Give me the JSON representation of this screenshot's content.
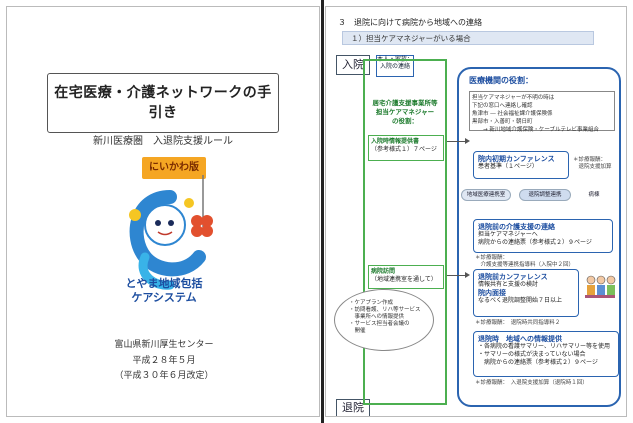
{
  "cover": {
    "title": "在宅医療・介護ネットワークの手引き",
    "subtitle": "新川医療圏　入退院支援ルール",
    "badge": "にいかわ版",
    "logo_line1": "とやま地域包括",
    "logo_line2": "ケアシステム",
    "org": "富山県新川厚生センター",
    "date": "平成２８年５月",
    "revised": "（平成３０年６月改定）"
  },
  "flow": {
    "heading": "３　退院に向けて病院から地域への連絡",
    "subheading": "１）担当ケアマネジャーがいる場合",
    "admission": "入院",
    "discharge": "退院",
    "family_callout_line1": "本人・家族：",
    "family_callout_line2": "入院の連絡",
    "green": {
      "title_line1": "居宅介護支援事業所等",
      "title_line2": "担当ケアマネジャー",
      "title_line3": "の役割：",
      "card1_title": "入院時情報提供書",
      "card1_body": "（参考様式１）７ページ",
      "card2_title": "病院訪問",
      "card2_body": "（地域連携室を通して）"
    },
    "bubble": {
      "l1": "・ケアプラン作成",
      "l2": "・訪問看護、リハ等サービス",
      "l3": "　事業所への情報提供",
      "l4": "・サービス担当者会議の",
      "l5": "　開催"
    },
    "hospital": {
      "title": "医療機関の役割：",
      "note_l1": "担当ケアマネジャーが不明の時は",
      "note_l2": "下記の窓口へ連絡し確認",
      "note_l3": "魚津市 ― 社会福祉課介護保険係",
      "note_l4": "黒部市・入善町・朝日町",
      "note_l5": "　　→ 新川地域介護保険・ケーブルテレビ事業組合",
      "card1_title": "院内初期カンファレンス",
      "card1_body": "患者基準（１ページ）",
      "card1_side1": "＊診療報酬：",
      "card1_side2": "　退院支援加算",
      "pill_left": "地域医療連携室",
      "pill_mid": "退院調整連携",
      "pill_right": "病棟",
      "card2_title": "退院前の介護支援の連絡",
      "card2_body1": "担当ケアマネジャーへ",
      "card2_body2": "病院からの連絡票（参考様式２）９ページ",
      "card2_side1": "＊診療報酬：",
      "card2_side2": "　介護支援等連携指導料（入院中２回）",
      "card3_title": "退院前カンファレンス",
      "card3_body": "情報共有と支援の検討",
      "card3_title2": "院内面接",
      "card3_body2": "なるべく退院調整開始７日以上",
      "card3_side": "＊診療報酬：　退院時共同指導料２",
      "card4_title": "退院時　地域への情報提供",
      "card4_body1": "・各病院の看護サマリー、リハサマリー等を使用",
      "card4_body2": "・サマリーの様式が決まっていない場合",
      "card4_body3": "　病院からの連絡票（参考様式２）９ページ",
      "card4_side": "＊診療報酬：　入退院支援加算（退院時１回）"
    }
  }
}
